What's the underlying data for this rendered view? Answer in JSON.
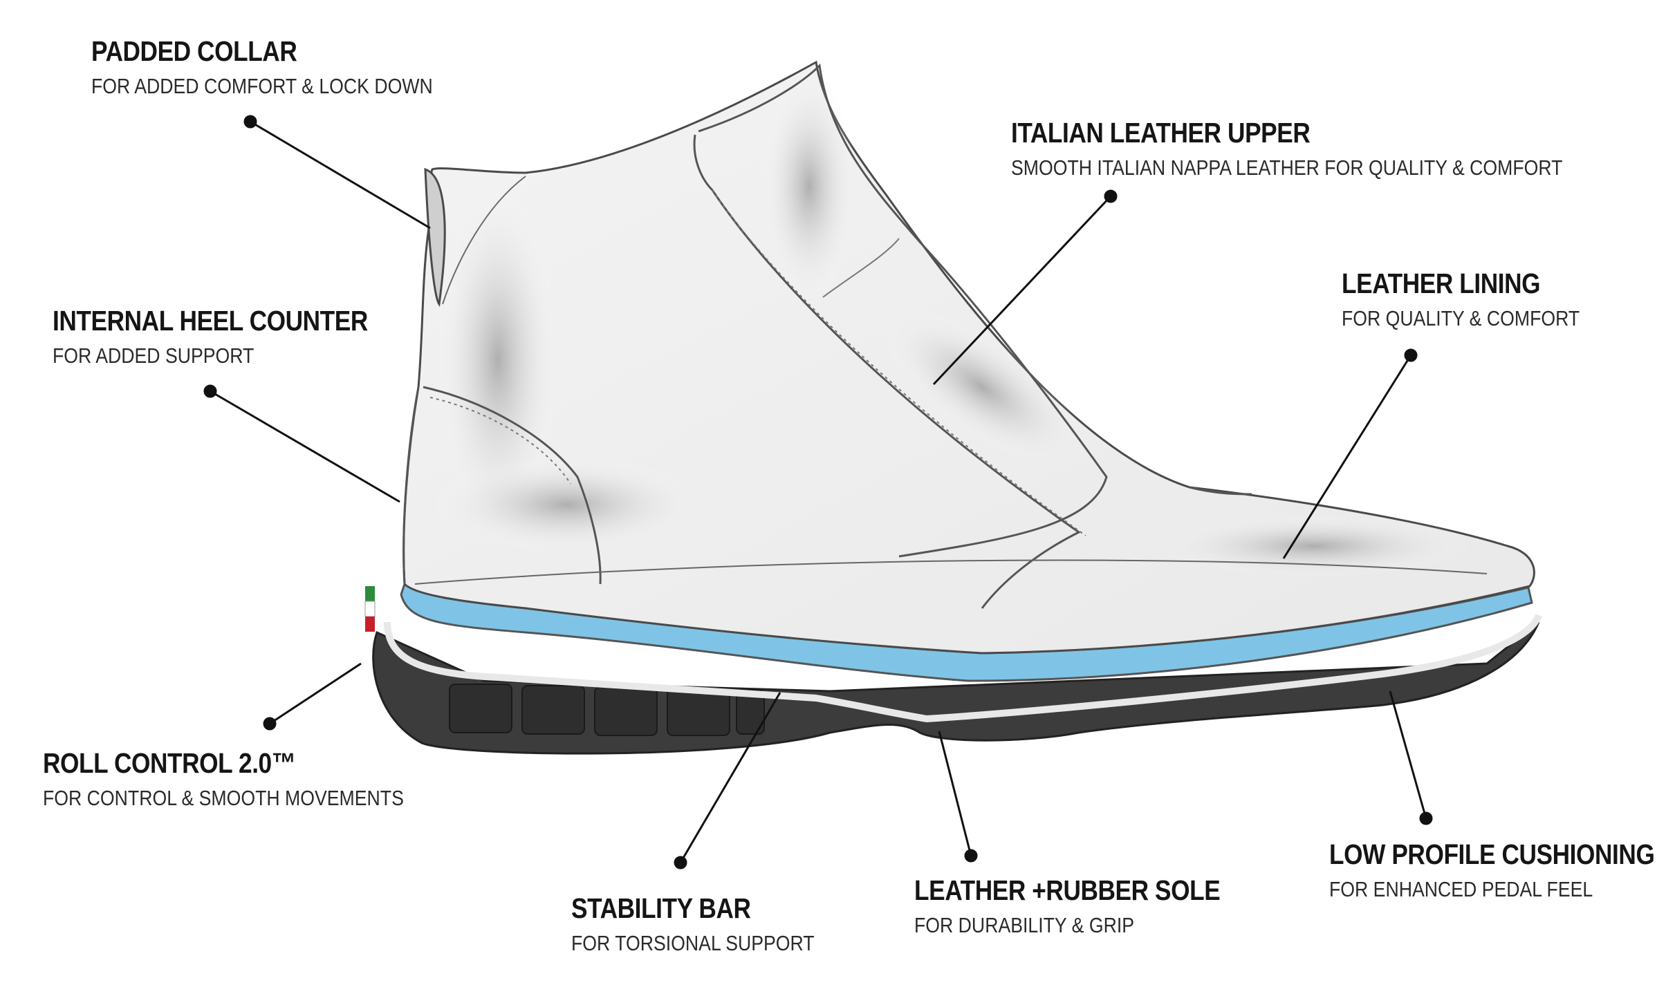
{
  "callouts": {
    "padded_collar": {
      "title": "PADDED COLLAR",
      "desc": "FOR ADDED COMFORT & LOCK DOWN"
    },
    "internal_heel_counter": {
      "title": "INTERNAL HEEL COUNTER",
      "desc": "FOR ADDED SUPPORT"
    },
    "roll_control": {
      "title": "ROLL CONTROL 2.0™",
      "desc": "FOR CONTROL & SMOOTH MOVEMENTS"
    },
    "stability_bar": {
      "title": "STABILITY BAR",
      "desc": "FOR TORSIONAL SUPPORT"
    },
    "sole": {
      "title": "LEATHER +RUBBER SOLE",
      "desc": "FOR DURABILITY & GRIP"
    },
    "cushioning": {
      "title": "LOW PROFILE CUSHIONING",
      "desc": "FOR ENHANCED PEDAL FEEL"
    },
    "lining": {
      "title": "LEATHER LINING",
      "desc": "FOR QUALITY & COMFORT"
    },
    "upper": {
      "title": "ITALIAN LEATHER UPPER",
      "desc": "SMOOTH ITALIAN NAPPA LEATHER FOR QUALITY & COMFORT"
    }
  },
  "colors": {
    "foam": "#7fc4e6",
    "outsole": "#3c3c3c",
    "leader": "#111111",
    "flag_green": "#2e8b3a",
    "flag_red": "#c8202a"
  }
}
